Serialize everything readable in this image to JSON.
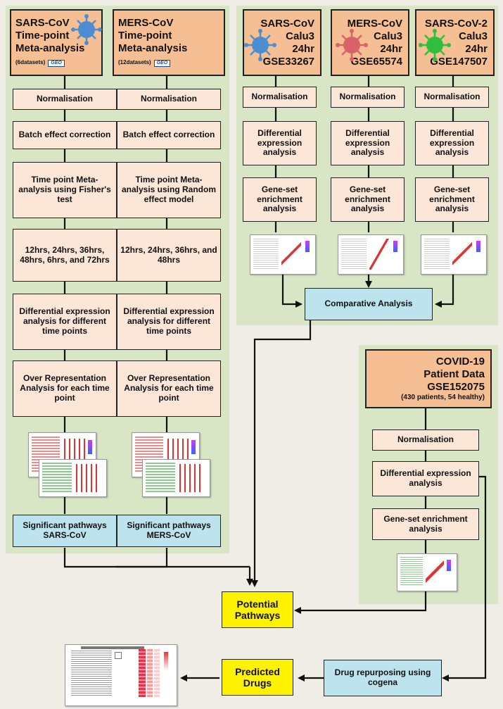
{
  "left_panel": {
    "sars": {
      "title_lines": [
        "SARS-CoV",
        "Time-point",
        "Meta-analysis"
      ],
      "note": "(6datasets)",
      "geo_logo": "GEO",
      "steps": [
        "Normalisation",
        "Batch  effect correction",
        "Time point Meta-analysis using Fisher's test",
        "12hrs, 24hrs, 36hrs, 48hrs, 6hrs, and 72hrs",
        "Differential expression analysis for different time points",
        "Over Representation Analysis for each time point"
      ],
      "result": "Significant pathways SARS-CoV"
    },
    "mers": {
      "title_lines": [
        "MERS-CoV",
        "Time-point",
        "Meta-analysis"
      ],
      "note": "(12datasets)",
      "geo_logo": "GEO",
      "steps": [
        "Normalisation",
        "Batch  effect correction",
        "Time point Meta-analysis using Random effect model",
        "12hrs, 24hrs, 36hrs, and 48hrs",
        "Differential expression analysis for different time points",
        "Over Representation Analysis for each time point"
      ],
      "result": "Significant pathways MERS-CoV"
    }
  },
  "right_top_panel": {
    "columns": [
      {
        "title_lines": [
          "SARS-CoV",
          "Calu3",
          "24hr",
          "GSE33267"
        ],
        "virus_color": "#4d8ed0"
      },
      {
        "title_lines": [
          "MERS-CoV",
          "Calu3",
          "24hr",
          "GSE65574"
        ],
        "virus_color": "#d9626a"
      },
      {
        "title_lines": [
          "SARS-CoV-2",
          "Calu3",
          "24hr",
          "GSE147507"
        ],
        "virus_color": "#2fbf3c"
      }
    ],
    "steps": [
      "Normalisation",
      "Differential expression analysis",
      "Gene-set enrichment analysis"
    ],
    "comparative": "Comparative Analysis"
  },
  "covid_panel": {
    "title_lines": [
      "COVID-19",
      "Patient Data",
      "GSE152075"
    ],
    "note": "(430 patients, 54 healthy)",
    "steps": [
      "Normalisation",
      "Differential expression analysis",
      "Gene-set enrichment analysis"
    ]
  },
  "outputs": {
    "potential": "Potential Pathways",
    "predicted": "Predicted Drugs",
    "drug_repurposing": "Drug repurposing using cogena"
  },
  "colors": {
    "panel_green": "#d9e6c6",
    "header_orange": "#f6bf93",
    "step_peach": "#fbe6d8",
    "blue_box": "#bde3ee",
    "yellow_box": "#fff200"
  }
}
